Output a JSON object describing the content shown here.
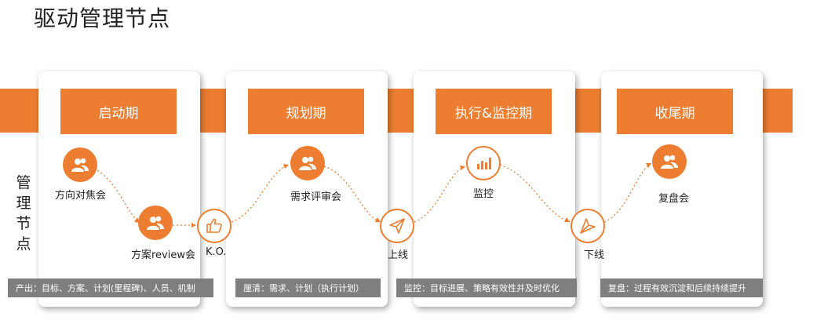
{
  "title": "驱动管理节点",
  "side_label": [
    "管",
    "理",
    "节",
    "点"
  ],
  "phases": [
    "启动期",
    "规划期",
    "执行&监控期",
    "收尾期"
  ],
  "nodes": {
    "focus_meeting": "方向对焦会",
    "plan_review": "方案review会",
    "ko": "K.O.",
    "req_review": "需求评审会",
    "launch": "上线",
    "monitor": "监控",
    "offline": "下线",
    "retro": "复盘会"
  },
  "notes": [
    "产出：目标、方案、计划(里程碑)、人员、机制",
    "厘清：需求、计划（执行计划）",
    "监控：目标进展、策略有效性并及时优化",
    "复盘：过程有效沉淀和后续持续提升"
  ],
  "icons": {
    "people": "people-icon",
    "thumb": "thumbs-up-icon",
    "plane": "paper-plane-icon",
    "bars": "bar-chart-icon"
  },
  "colors": {
    "accent": "#ED7D31",
    "note_bg": "#7F7F7F"
  }
}
